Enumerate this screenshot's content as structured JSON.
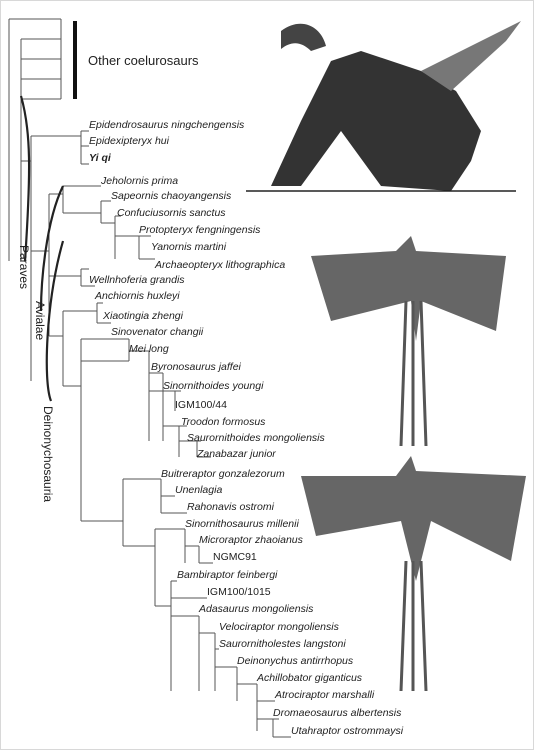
{
  "clade_labels": {
    "paraves": "Paraves",
    "avialae": "Avialae",
    "deinonychosauria": "Deinonychosauria"
  },
  "other_group_label": "Other coelurosaurs",
  "taxa": [
    {
      "name": "Epidendrosaurus ningchengensis",
      "italic": true
    },
    {
      "name": "Epidexipteryx hui",
      "italic": true
    },
    {
      "name": "Yi qi",
      "italic": true,
      "bold": true
    },
    {
      "name": "Jeholornis prima",
      "italic": true
    },
    {
      "name": "Sapeornis chaoyangensis",
      "italic": true
    },
    {
      "name": "Confuciusornis sanctus",
      "italic": true
    },
    {
      "name": "Protopteryx fengningensis",
      "italic": true
    },
    {
      "name": "Yanornis martini",
      "italic": true
    },
    {
      "name": "Archaeopteryx lithographica",
      "italic": true
    },
    {
      "name": "Wellnhoferia grandis",
      "italic": true
    },
    {
      "name": "Anchiornis huxleyi",
      "italic": true
    },
    {
      "name": "Xiaotingia zhengi",
      "italic": true
    },
    {
      "name": "Sinovenator changii",
      "italic": true
    },
    {
      "name": "Mei long",
      "italic": true
    },
    {
      "name": "Byronosaurus jaffei",
      "italic": true
    },
    {
      "name": "Sinornithoides youngi",
      "italic": true
    },
    {
      "name": "IGM100/44",
      "italic": false
    },
    {
      "name": "Troodon formosus",
      "italic": true
    },
    {
      "name": "Saurornithoides mongoliensis",
      "italic": true
    },
    {
      "name": "Zanabazar junior",
      "italic": true
    },
    {
      "name": "Buitreraptor gonzalezorum",
      "italic": true
    },
    {
      "name": "Unenlagia",
      "italic": true
    },
    {
      "name": "Rahonavis ostromi",
      "italic": true
    },
    {
      "name": "Sinornithosaurus millenii",
      "italic": true
    },
    {
      "name": "Microraptor zhaoianus",
      "italic": true
    },
    {
      "name": "NGMC91",
      "italic": false
    },
    {
      "name": "Bambiraptor feinbergi",
      "italic": true
    },
    {
      "name": "IGM100/1015",
      "italic": false
    },
    {
      "name": "Adasaurus mongoliensis",
      "italic": true
    },
    {
      "name": "Velociraptor mongoliensis",
      "italic": true
    },
    {
      "name": "Saurornitholestes langstoni",
      "italic": true
    },
    {
      "name": "Deinonychus antirrhopus",
      "italic": true
    },
    {
      "name": "Achillobator giganticus",
      "italic": true
    },
    {
      "name": "Atrociraptor marshalli",
      "italic": true
    },
    {
      "name": "Dromaeosaurus albertensis",
      "italic": true
    },
    {
      "name": "Utahraptor ostrommaysi",
      "italic": true
    }
  ]
}
